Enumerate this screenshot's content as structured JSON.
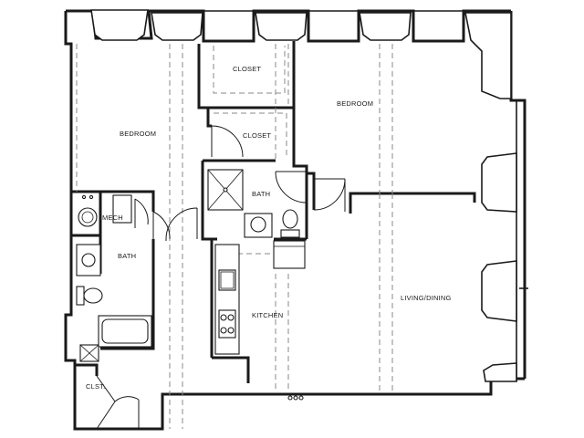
{
  "rooms": {
    "closet_top": "CLOSET",
    "bedroom_right": "BEDROOM",
    "bedroom_left": "BEDROOM",
    "closet_mid": "CLOSET",
    "bath_upper": "BATH",
    "mech": "MECH",
    "bath_lower": "BATH",
    "kitchen": "KITCHEN",
    "living_dining": "LIVING/DINING",
    "clst": "CLST."
  }
}
